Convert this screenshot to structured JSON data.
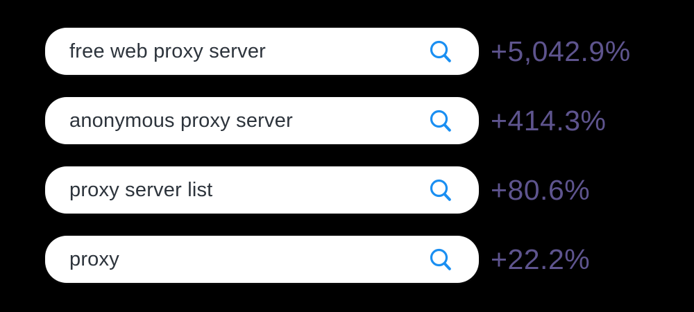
{
  "rows": [
    {
      "query": "free web proxy server",
      "change": "+5,042.9%"
    },
    {
      "query": "anonymous proxy server",
      "change": "+414.3%"
    },
    {
      "query": "proxy server list",
      "change": "+80.6%"
    },
    {
      "query": "proxy",
      "change": "+22.2%"
    }
  ],
  "icons": {
    "search": "magnifying-glass"
  },
  "colors": {
    "background": "#000000",
    "pill_background": "#ffffff",
    "query_text": "#2d343c",
    "search_icon_blue": "#1a8ff2",
    "percent_purple": "#5e548e"
  }
}
